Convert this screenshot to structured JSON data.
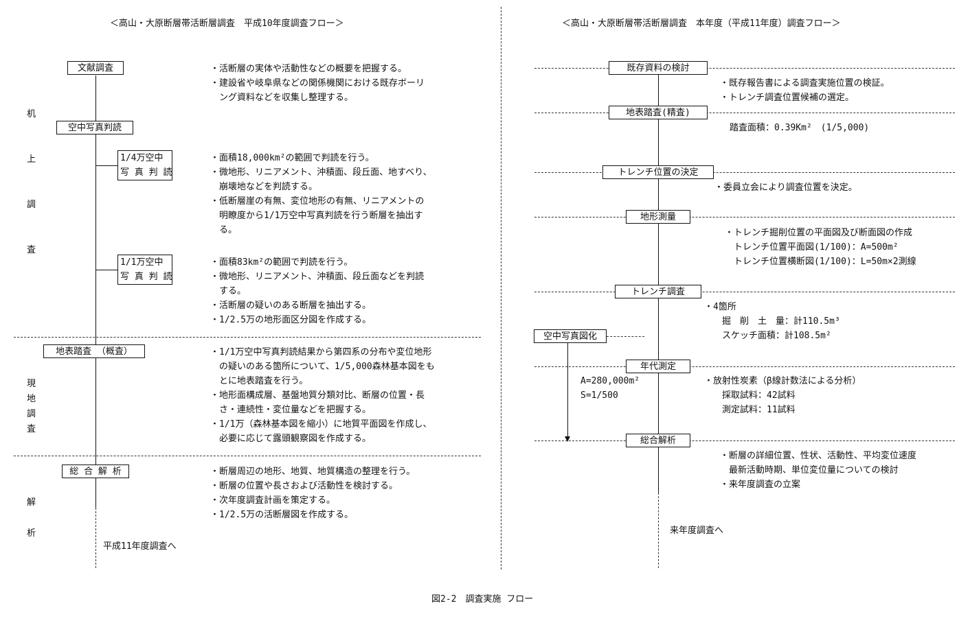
{
  "left": {
    "title": "＜高山・大原断層帯活断層調査　平成10年度調査フロー＞",
    "side_labels": [
      "机",
      "上",
      "調",
      "査",
      "現",
      "地",
      "調",
      "査",
      "解",
      "析"
    ],
    "boxes": {
      "literature": "文献調査",
      "aerial": "空中写真判読",
      "aerial_40k": "1/4万空中\n写 真 判 読",
      "aerial_10k": "1/1万空中\n写 真 判 読",
      "survey": "地表踏査 （概査）",
      "analysis": "総 合 解 析"
    },
    "notes": {
      "literature": "・活断層の実体や活動性などの概要を把握する。\n・建設省や岐阜県などの関係機関における既存ボーリ\n　ング資料などを収集し整理する。",
      "aerial_40k": "・面積18,000km²の範囲で判読を行う。\n・微地形、リニアメント、沖積面、段丘面、地すべり、\n　崩壊地などを判読する。\n・低断層崖の有無、変位地形の有無、リニアメントの\n　明瞭度から1/1万空中写真判読を行う断層を抽出す\n　る。",
      "aerial_10k": "・面積83km²の範囲で判読を行う。\n・微地形、リニアメント、沖積面、段丘面などを判読\n　する。\n・活断層の疑いのある断層を抽出する。\n・1/2.5万の地形面区分図を作成する。",
      "survey": "・1/1万空中写真判読結果から第四系の分布や変位地形\n　の疑いのある箇所について、1/5,000森林基本図をも\n　とに地表踏査を行う。\n・地形面構成層、基盤地質分類対比、断層の位置・長\n　さ・連続性・変位量などを把握する。\n・1/1万（森林基本図を縮小）に地質平面図を作成し、\n　必要に応じて露頭観察図を作成する。",
      "analysis": "・断層周辺の地形、地質、地質構造の整理を行う。\n・断層の位置や長さおよび活動性を検討する。\n・次年度調査計画を策定する。\n・1/2.5万の活断層図を作成する。"
    },
    "next": "平成11年度調査へ"
  },
  "right": {
    "title": "＜高山・大原断層帯活断層調査　本年度（平成11年度）調査フロー＞",
    "boxes": {
      "existing": "既存資料の検討",
      "survey": "地表踏査(精査)",
      "trench_pos": "トレンチ位置の決定",
      "topo": "地形測量",
      "trench": "トレンチ調査",
      "dating": "年代測定",
      "synthesis": "総合解析",
      "aerial_map": "空中写真図化"
    },
    "notes": {
      "existing": "・既存報告書による調査実施位置の検証。\n・トレンチ調査位置候補の選定。",
      "survey": "踏査面積：0.39Km²　(1/5,000)",
      "trench_pos": "・委員立会により調査位置を決定。",
      "topo": "・トレンチ掘削位置の平面図及び断面図の作成\n　トレンチ位置平面図(1/100)：A=500m²\n　トレンチ位置横断図(1/100)：L=50m×2測線",
      "trench": "・4箇所\n　　掘　削　土　量：計110.5m³\n　　スケッチ面積：計108.5m²",
      "aerial_area": "A=280,000m²\nS=1/500",
      "dating": "・放射性炭素（β線計数法による分析）\n　　採取試料：42試料\n　　測定試料：11試料",
      "synthesis": "・断層の詳細位置、性状、活動性、平均変位速度\n　最新活動時期、単位変位量についての検討\n・来年度調査の立案"
    },
    "next": "来年度調査へ"
  },
  "caption": "図2-2　調査実施 フロー"
}
